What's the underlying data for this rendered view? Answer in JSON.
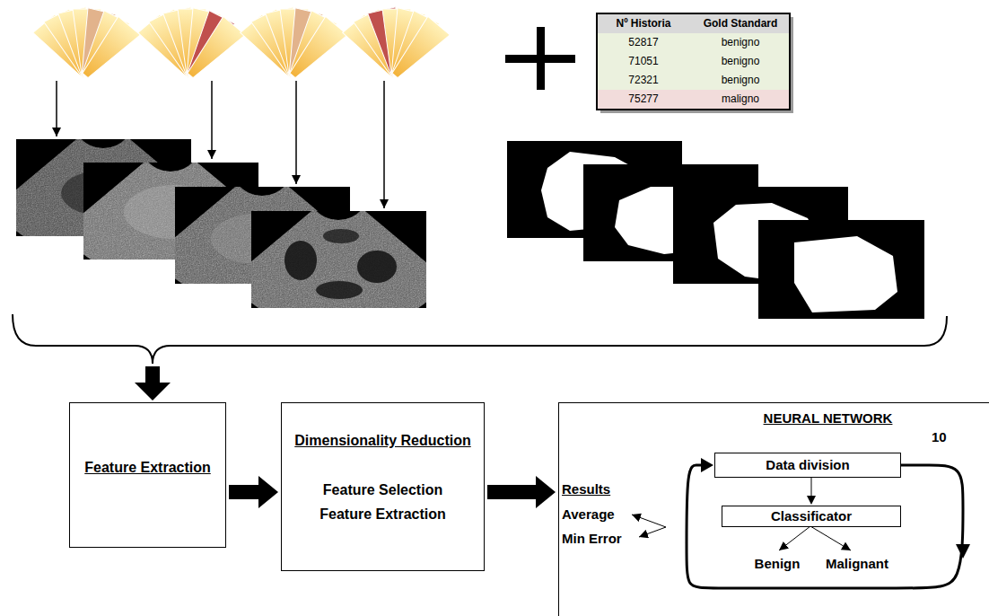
{
  "diagram": {
    "nodes": [
      {
        "text": [
          "Feature Extraction"
        ]
      },
      {
        "text": [
          "Dimensionality Reduction",
          "Feature Selection",
          "Feature Extraction"
        ]
      },
      {
        "text": [
          "NEURAL NETWORK"
        ]
      },
      {
        "text": [
          "Data division"
        ],
        "in": 2
      },
      {
        "text": [
          "Classificator"
        ],
        "in": 2
      }
    ],
    "edges": [
      {
        "from": 0,
        "to": 1,
        "arrow": "to"
      },
      {
        "from": 1,
        "to": 2,
        "arrow": "to"
      },
      {
        "from": 3,
        "to": 4,
        "arrow": "to"
      },
      {
        "from": 3,
        "to": 3,
        "arrow": "to",
        "label": "10"
      }
    ],
    "labels": [
      "Nº Historia",
      "Gold Standard",
      "52817",
      "benigno",
      "71051",
      "benigno",
      "72321",
      "benigno",
      "75277",
      "maligno",
      "Results",
      "Average",
      "Min Error",
      "Benign",
      "Malignant"
    ]
  }
}
